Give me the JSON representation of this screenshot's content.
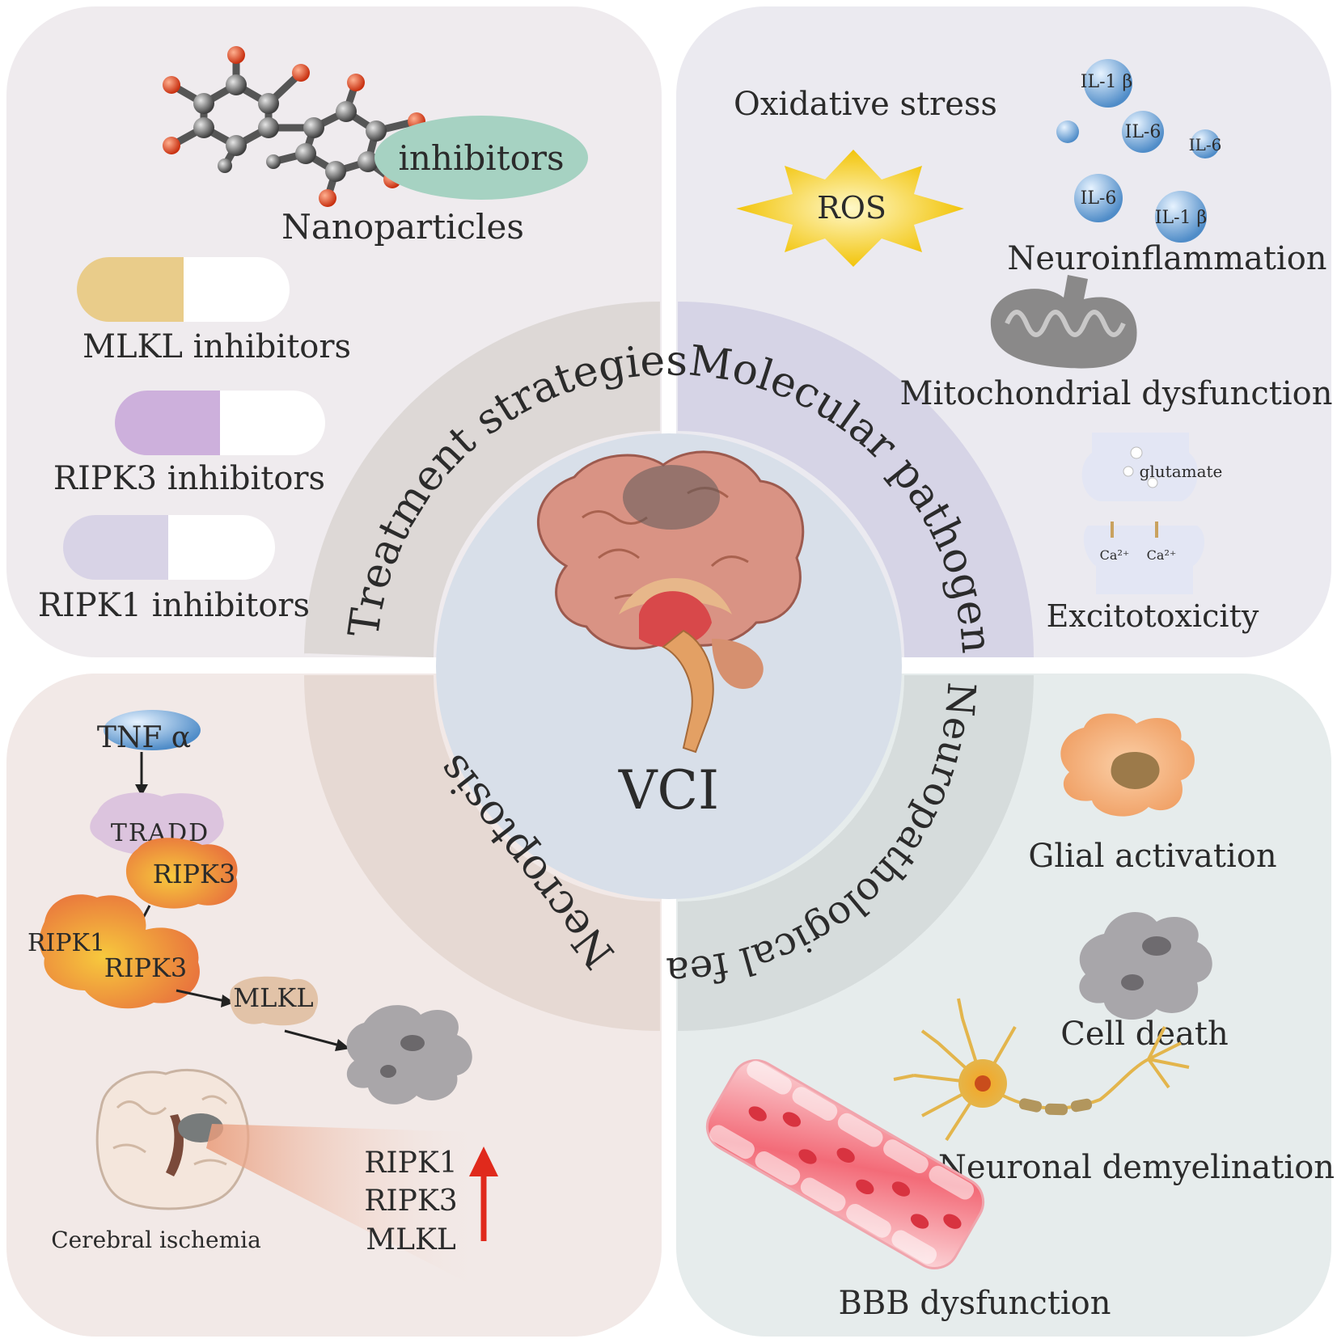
{
  "center": {
    "label": "VCI"
  },
  "ring": {
    "treatment": "Treatment strategies",
    "molecular": "Molecular pathogenesis",
    "neuropath": "Neuropathological features",
    "necroptosis": "Necroptosis"
  },
  "treatment_panel": {
    "nanoparticles": "Nanoparticles",
    "inhibitors_bubble": "inhibitors",
    "mlkl": "MLKL inhibitors",
    "ripk3": "RIPK3 inhibitors",
    "ripk1": "RIPK1 inhibitors"
  },
  "molecular_panel": {
    "oxidative_stress": "Oxidative stress",
    "ros": "ROS",
    "neuroinflammation": "Neuroinflammation",
    "cytokines": [
      "IL-1 β",
      "IL-6",
      "IL-6",
      "IL-6",
      "IL-1 β"
    ],
    "mitochondrial": "Mitochondrial dysfunction",
    "glutamate": "glutamate",
    "calcium_1": "Ca²⁺",
    "calcium_2": "Ca²⁺",
    "excitotoxicity": "Excitotoxicity"
  },
  "necroptosis_panel": {
    "tnf": "TNF α",
    "tradd": "TRADD",
    "ripk3_a": "RIPK3",
    "ripk1": "RIPK1",
    "ripk3_b": "RIPK3",
    "mlkl": "MLKL",
    "cerebral_ischemia": "Cerebral ischemia",
    "up_list": [
      "RIPK1",
      "RIPK3",
      "MLKL"
    ]
  },
  "neuropath_panel": {
    "glial": "Glial activation",
    "cell_death": "Cell death",
    "demyelination": "Neuronal demyelination",
    "bbb": "BBB dysfunction"
  },
  "colors": {
    "panel_tl": "#efebee",
    "panel_tr": "#ebeaf0",
    "panel_bl": "#f2e9e7",
    "panel_br": "#e6ecec",
    "ring_treatment": "#ddd8d6",
    "ring_molecular": "#d6d4e6",
    "ring_neuropath": "#d6dcdc",
    "ring_necroptosis": "#e6d9d3",
    "center": "#d8dfe9"
  }
}
